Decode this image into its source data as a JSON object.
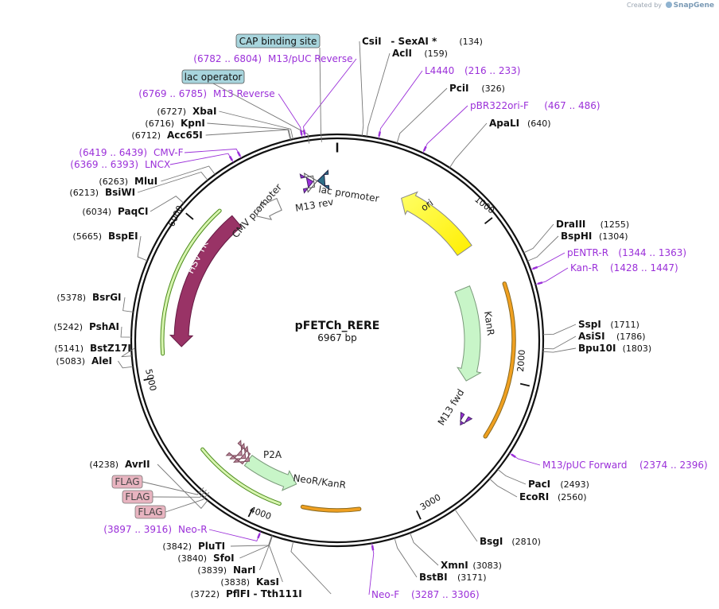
{
  "credit": {
    "prefix": "Created by",
    "brand": "SnapGene"
  },
  "plasmid": {
    "name": "pFETCh_RERE",
    "length_label": "6967 bp",
    "length": 6967
  },
  "scale_ticks": [
    "1000",
    "2000",
    "3000",
    "4000",
    "5000",
    "6000"
  ],
  "enzymes": [
    {
      "name": "CsiI",
      "name2": "SexAI *",
      "pos": "(134)",
      "bp": 134
    },
    {
      "name": "AclI",
      "pos": "(159)",
      "bp": 159
    },
    {
      "name": "PciI",
      "pos": "(326)",
      "bp": 326
    },
    {
      "name": "ApaLI",
      "pos": "(640)",
      "bp": 640
    },
    {
      "name": "DraIII",
      "pos": "(1255)",
      "bp": 1255
    },
    {
      "name": "BspHI",
      "pos": "(1304)",
      "bp": 1304
    },
    {
      "name": "SspI",
      "pos": "(1711)",
      "bp": 1711
    },
    {
      "name": "AsiSI",
      "pos": "(1786)",
      "bp": 1786
    },
    {
      "name": "Bpu10I",
      "pos": "(1803)",
      "bp": 1803
    },
    {
      "name": "PacI",
      "pos": "(2493)",
      "bp": 2493
    },
    {
      "name": "EcoRI",
      "pos": "(2560)",
      "bp": 2560
    },
    {
      "name": "BsgI",
      "pos": "(2810)",
      "bp": 2810
    },
    {
      "name": "XmnI",
      "pos": "(3083)",
      "bp": 3083
    },
    {
      "name": "BstBI",
      "pos": "(3171)",
      "bp": 3171
    },
    {
      "name": "AvrII",
      "pos": "(4238)",
      "bp": 4238
    },
    {
      "name": "PluTI",
      "pos": "(3842)",
      "bp": 3842
    },
    {
      "name": "SfoI",
      "pos": "(3840)",
      "bp": 3840
    },
    {
      "name": "NarI",
      "pos": "(3839)",
      "bp": 3839
    },
    {
      "name": "KasI",
      "pos": "(3838)",
      "bp": 3838
    },
    {
      "name": "PflFI",
      "name2": "Tth111I",
      "pos": "(3722)",
      "bp": 3722
    },
    {
      "name": "AleI",
      "pos": "(5083)",
      "bp": 5083
    },
    {
      "name": "BstZ17I",
      "pos": "(5141)",
      "bp": 5141
    },
    {
      "name": "PshAI",
      "pos": "(5242)",
      "bp": 5242
    },
    {
      "name": "BsrGI",
      "pos": "(5378)",
      "bp": 5378
    },
    {
      "name": "BspEI",
      "pos": "(5665)",
      "bp": 5665
    },
    {
      "name": "PaqCI",
      "pos": "(6034)",
      "bp": 6034
    },
    {
      "name": "BsiWI",
      "pos": "(6213)",
      "bp": 6213
    },
    {
      "name": "MluI",
      "pos": "(6263)",
      "bp": 6263
    },
    {
      "name": "Acc65I",
      "pos": "(6712)",
      "bp": 6712
    },
    {
      "name": "KpnI",
      "pos": "(6716)",
      "bp": 6716
    },
    {
      "name": "XbaI",
      "pos": "(6727)",
      "bp": 6727
    }
  ],
  "primers": [
    {
      "name": "L4440",
      "range": "(216 .. 233)",
      "bp": 224
    },
    {
      "name": "pBR322ori-F",
      "range": "(467 .. 486)",
      "bp": 476
    },
    {
      "name": "pENTR-R",
      "range": "(1344 .. 1363)",
      "bp": 1353
    },
    {
      "name": "Kan-R",
      "range": "(1428 .. 1447)",
      "bp": 1437
    },
    {
      "name": "M13/pUC Forward",
      "range": "(2374 .. 2396)",
      "bp": 2385
    },
    {
      "name": "Neo-F",
      "range": "(3287 .. 3306)",
      "bp": 3296
    },
    {
      "name": "Neo-R",
      "range": "(3897 .. 3916)",
      "bp": 3906
    },
    {
      "name": "CMV-F",
      "range": "(6419 .. 6439)",
      "bp": 6429
    },
    {
      "name": "LNCX",
      "range": "(6369 .. 6393)",
      "bp": 6381
    },
    {
      "name": "M13 Reverse",
      "range": "(6769 .. 6785)",
      "bp": 6777
    },
    {
      "name": "M13/pUC Reverse",
      "range": "(6782 .. 6804)",
      "bp": 6793
    }
  ],
  "boxed_features": [
    {
      "name": "CAP binding site",
      "kind": "blue"
    },
    {
      "name": "lac operator",
      "kind": "blue"
    },
    {
      "name": "FLAG",
      "kind": "pink"
    },
    {
      "name": "FLAG",
      "kind": "pink"
    },
    {
      "name": "FLAG",
      "kind": "pink"
    }
  ],
  "features": {
    "ori": "ori",
    "kanr": "KanR",
    "neo": "NeoR/KanR",
    "hsvtk": "HSV TK",
    "cmv": "CMV promoter",
    "lac_promoter": "lac promoter",
    "m13_rev": "M13 rev",
    "m13_fwd": "M13 fwd",
    "p2a": "P2A"
  },
  "colors": {
    "ori": "#ffff00",
    "kanr": "#c8f5c8",
    "hsvtk": "#993366",
    "primer": "#9b30d9",
    "orange_outline": "#f0a020",
    "green_outline": "#6ab023",
    "blue_box": "#a8d5dd",
    "pink_box": "#e8b4c0"
  }
}
